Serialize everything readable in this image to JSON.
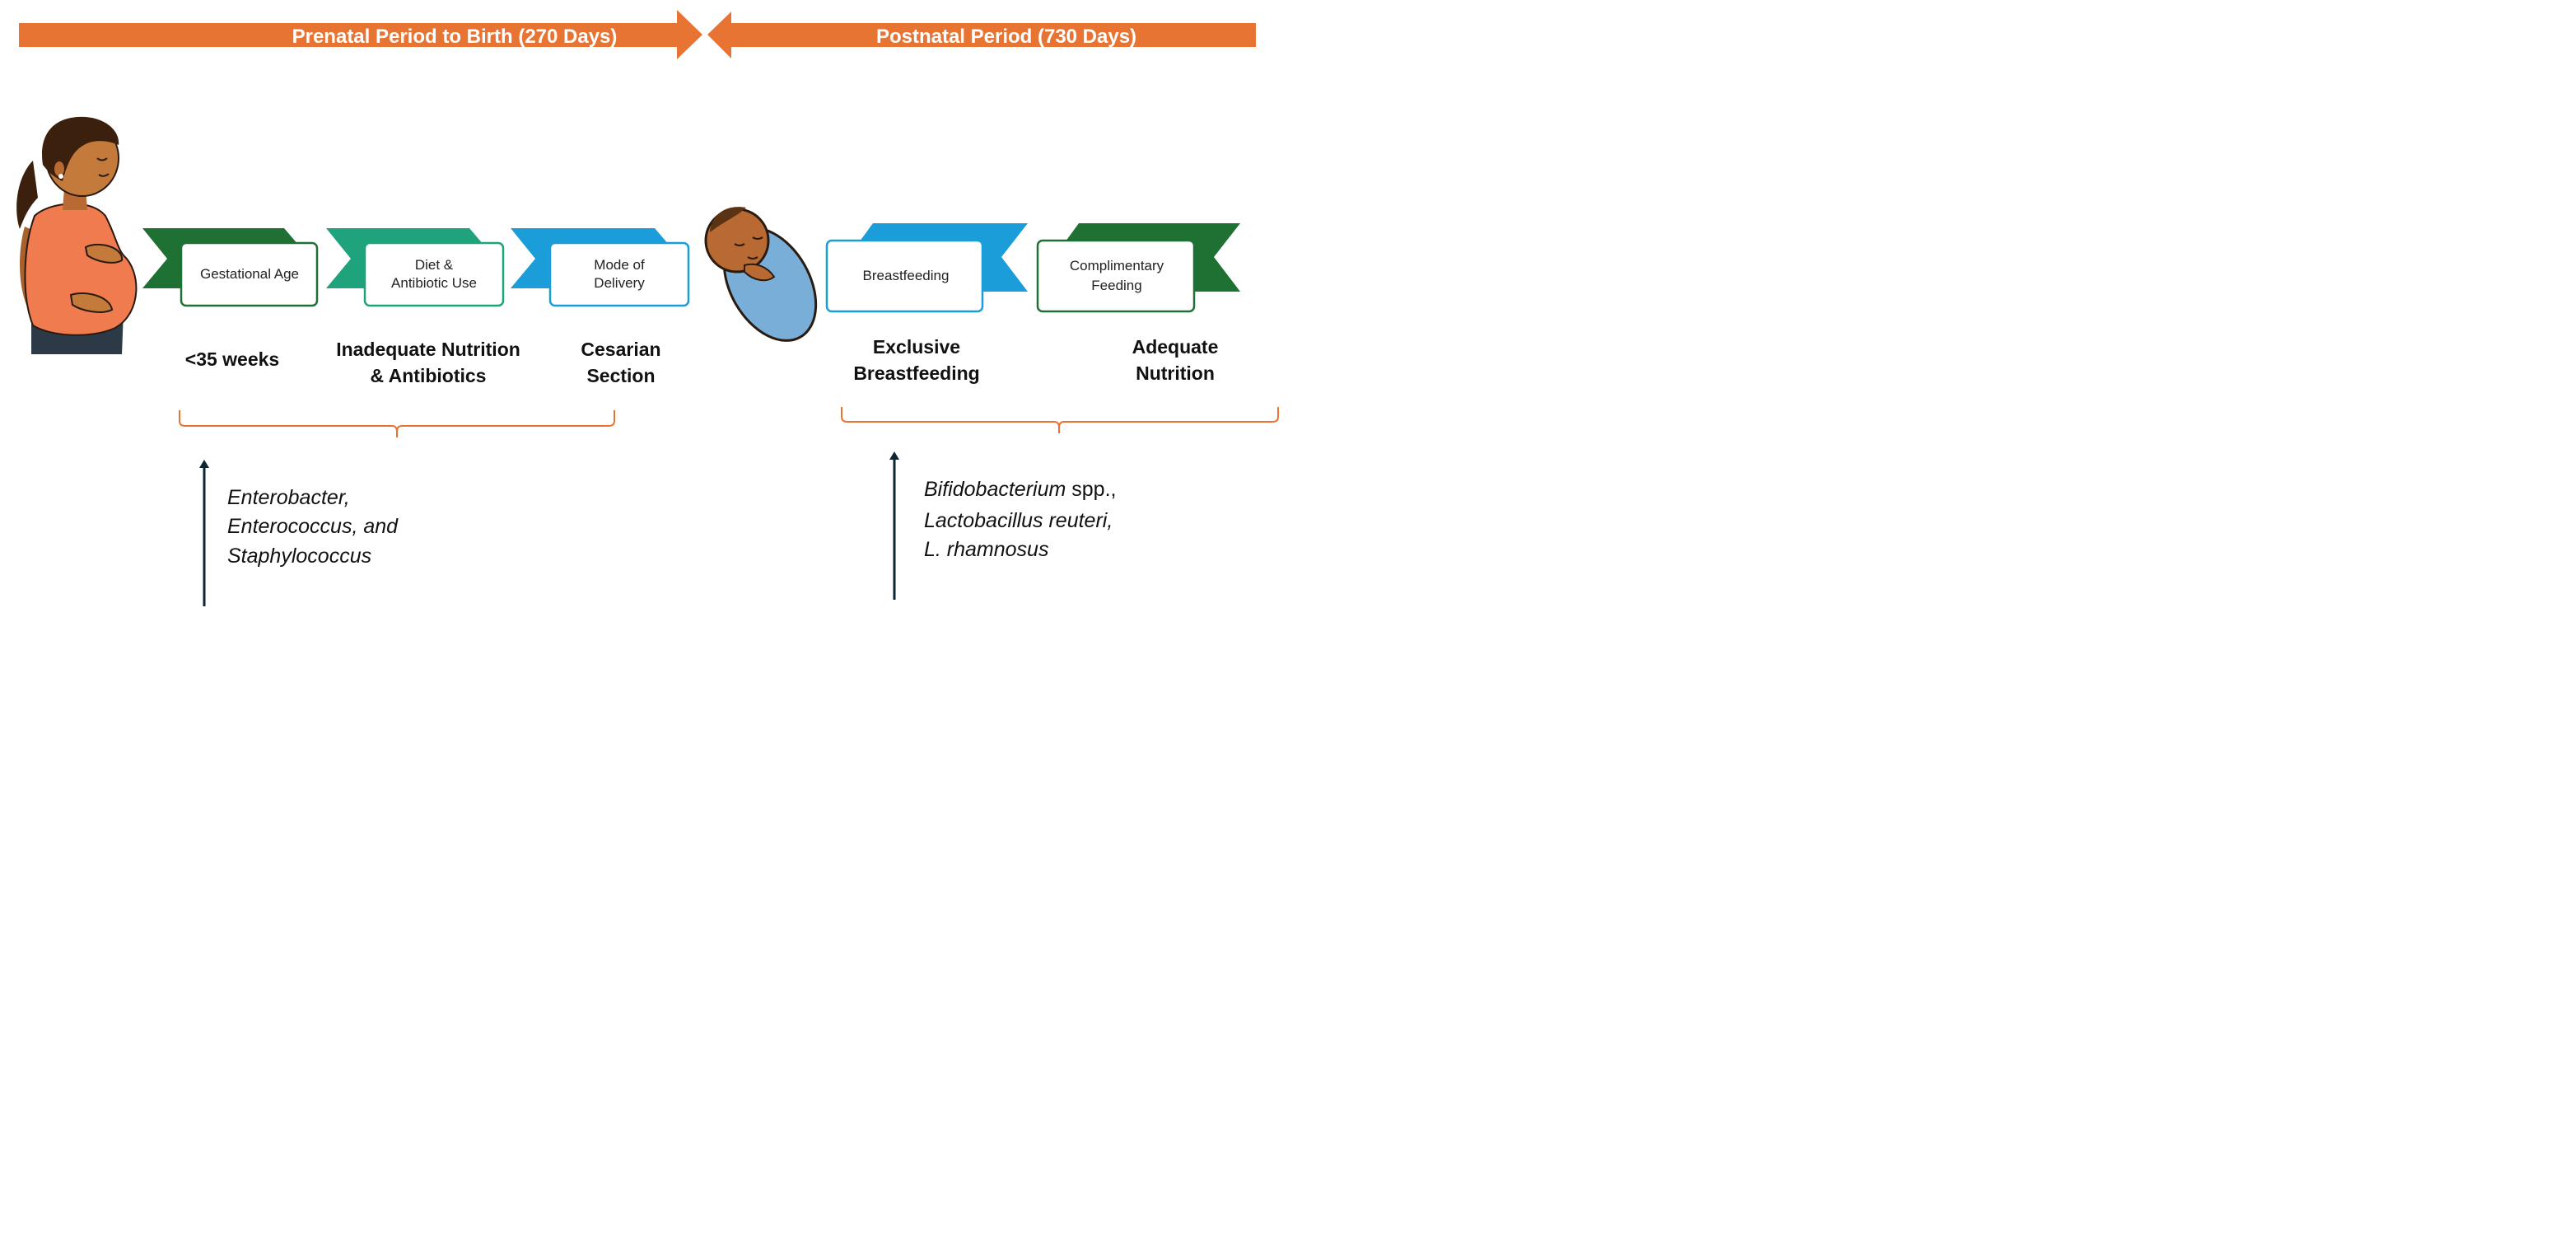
{
  "banners": {
    "prenatal": "Prenatal Period to Birth (270 Days)",
    "postnatal": "Postnatal Period (730 Days)"
  },
  "factors": {
    "gestational_age": [
      "Gestational Age"
    ],
    "diet_antibiotic": [
      "Diet &",
      "Antibiotic Use"
    ],
    "mode_delivery": [
      "Mode of",
      "Delivery"
    ],
    "breastfeeding": [
      "Breastfeeding"
    ],
    "complimentary": [
      "Complimentary",
      "Feeding"
    ]
  },
  "outcomes": {
    "weeks": "<35 weeks",
    "inadequate": [
      "Inadequate Nutrition",
      "& Antibiotics"
    ],
    "cesarian": [
      "Cesarian",
      "Section"
    ],
    "exclusive": [
      "Exclusive",
      "Breastfeeding"
    ],
    "adequate": [
      "Adequate",
      "Nutrition"
    ]
  },
  "bacteria": {
    "left": [
      "Enterobacter,",
      "Enterococcus, and",
      "Staphylococcus"
    ],
    "right": [
      {
        "italic": "Bifidobacterium",
        "plain": " spp.,"
      },
      {
        "italic": "Lactobacillus reuteri,",
        "plain": ""
      },
      {
        "italic": "L. rhamnosus",
        "plain": ""
      }
    ]
  },
  "colors": {
    "banner": "#e87433",
    "dark_green": "#1e7133",
    "teal": "#1ea37c",
    "blue": "#1b9dd9",
    "bracket": "#e87433",
    "arrow": "#0d2633"
  },
  "icons": [
    "pregnant-woman-icon",
    "swaddled-baby-icon"
  ]
}
